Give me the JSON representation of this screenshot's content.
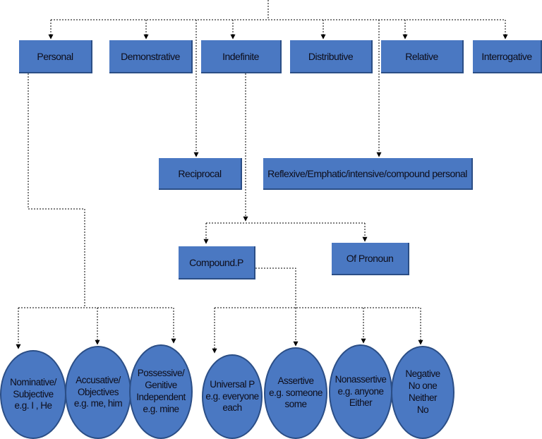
{
  "colors": {
    "node_fill": "#4a78c2",
    "node_border": "#2b4e86",
    "text": "#0d0d1a",
    "connector": "#000000"
  },
  "categories": {
    "personal": "Personal",
    "demonstrative": "Demonstrative",
    "indefinite": "Indefinite",
    "distributive": "Distributive",
    "relative": "Relative",
    "interrogative": "Interrogative"
  },
  "second_level": {
    "reciprocal": "Reciprocal",
    "reflexive": "Reflexive/Emphatic/intensive/compound personal"
  },
  "indefinite_children": {
    "compound": "Compound.P",
    "of_pronoun": "Of Pronoun"
  },
  "personal_cases": {
    "nominative": "Nominative/\nSubjective\ne.g. I , He",
    "accusative": "Accusative/\nObjectives\ne.g. me, him",
    "possessive": "Possessive/\nGenitive\nIndependent\ne.g. mine"
  },
  "compound_types": {
    "universal": "Universal P\ne.g. everyone\neach",
    "assertive": "Assertive\ne.g. someone\nsome",
    "nonassertive": "Nonassertive\ne.g. anyone\nEither",
    "negative": "Negative\nNo one\nNeither\nNo"
  }
}
